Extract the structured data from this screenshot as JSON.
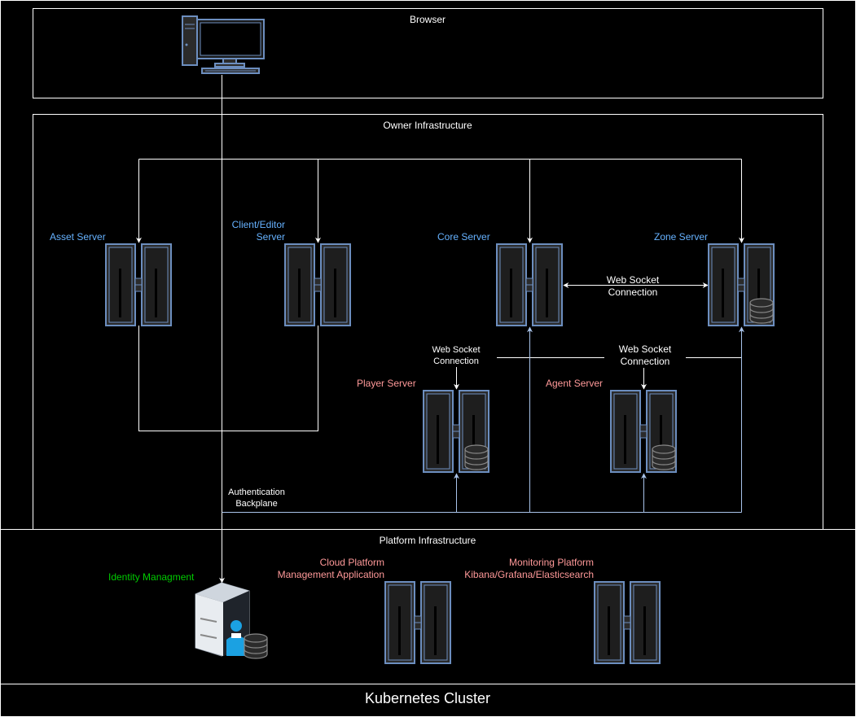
{
  "colors": {
    "background": "#000000",
    "line": "#ffffff",
    "blue_line": "#a9c4eb",
    "server_label": "#66b2ff",
    "external_label": "#ff9999",
    "identity_label": "#00cc00",
    "server_body": "#2b2b2b",
    "server_outline": "#6c8ebf"
  },
  "containers": {
    "browser": "Browser",
    "owner": "Owner Infrastructure",
    "platform": "Platform Infrastructure",
    "cluster": "Kubernetes Cluster"
  },
  "icons": {
    "browser": "desktop-computer-icon",
    "server": "server-rack-icon",
    "database": "database-icon",
    "identity": "identity-server-icon"
  },
  "servers": {
    "asset": "Asset Server",
    "client_line1": "Client/Editor",
    "client_line2": "Server",
    "core": "Core Server",
    "zone": "Zone Server",
    "player": "Player Server",
    "agent": "Agent Server"
  },
  "connections": {
    "ws_core_zone_1": "Web Socket",
    "ws_core_zone_2": "Connection",
    "ws_player_1": "Web Socket",
    "ws_player_2": "Connection",
    "ws_agent_1": "Web Socket",
    "ws_agent_2": "Connection",
    "auth_1": "Authentication",
    "auth_2": "Backplane"
  },
  "platform": {
    "identity": "Identity Managment",
    "cloud_1": "Cloud Platform",
    "cloud_2": "Management Application",
    "monitoring_1": "Monitoring Platform",
    "monitoring_2": "Kibana/Grafana/Elasticsearch"
  }
}
